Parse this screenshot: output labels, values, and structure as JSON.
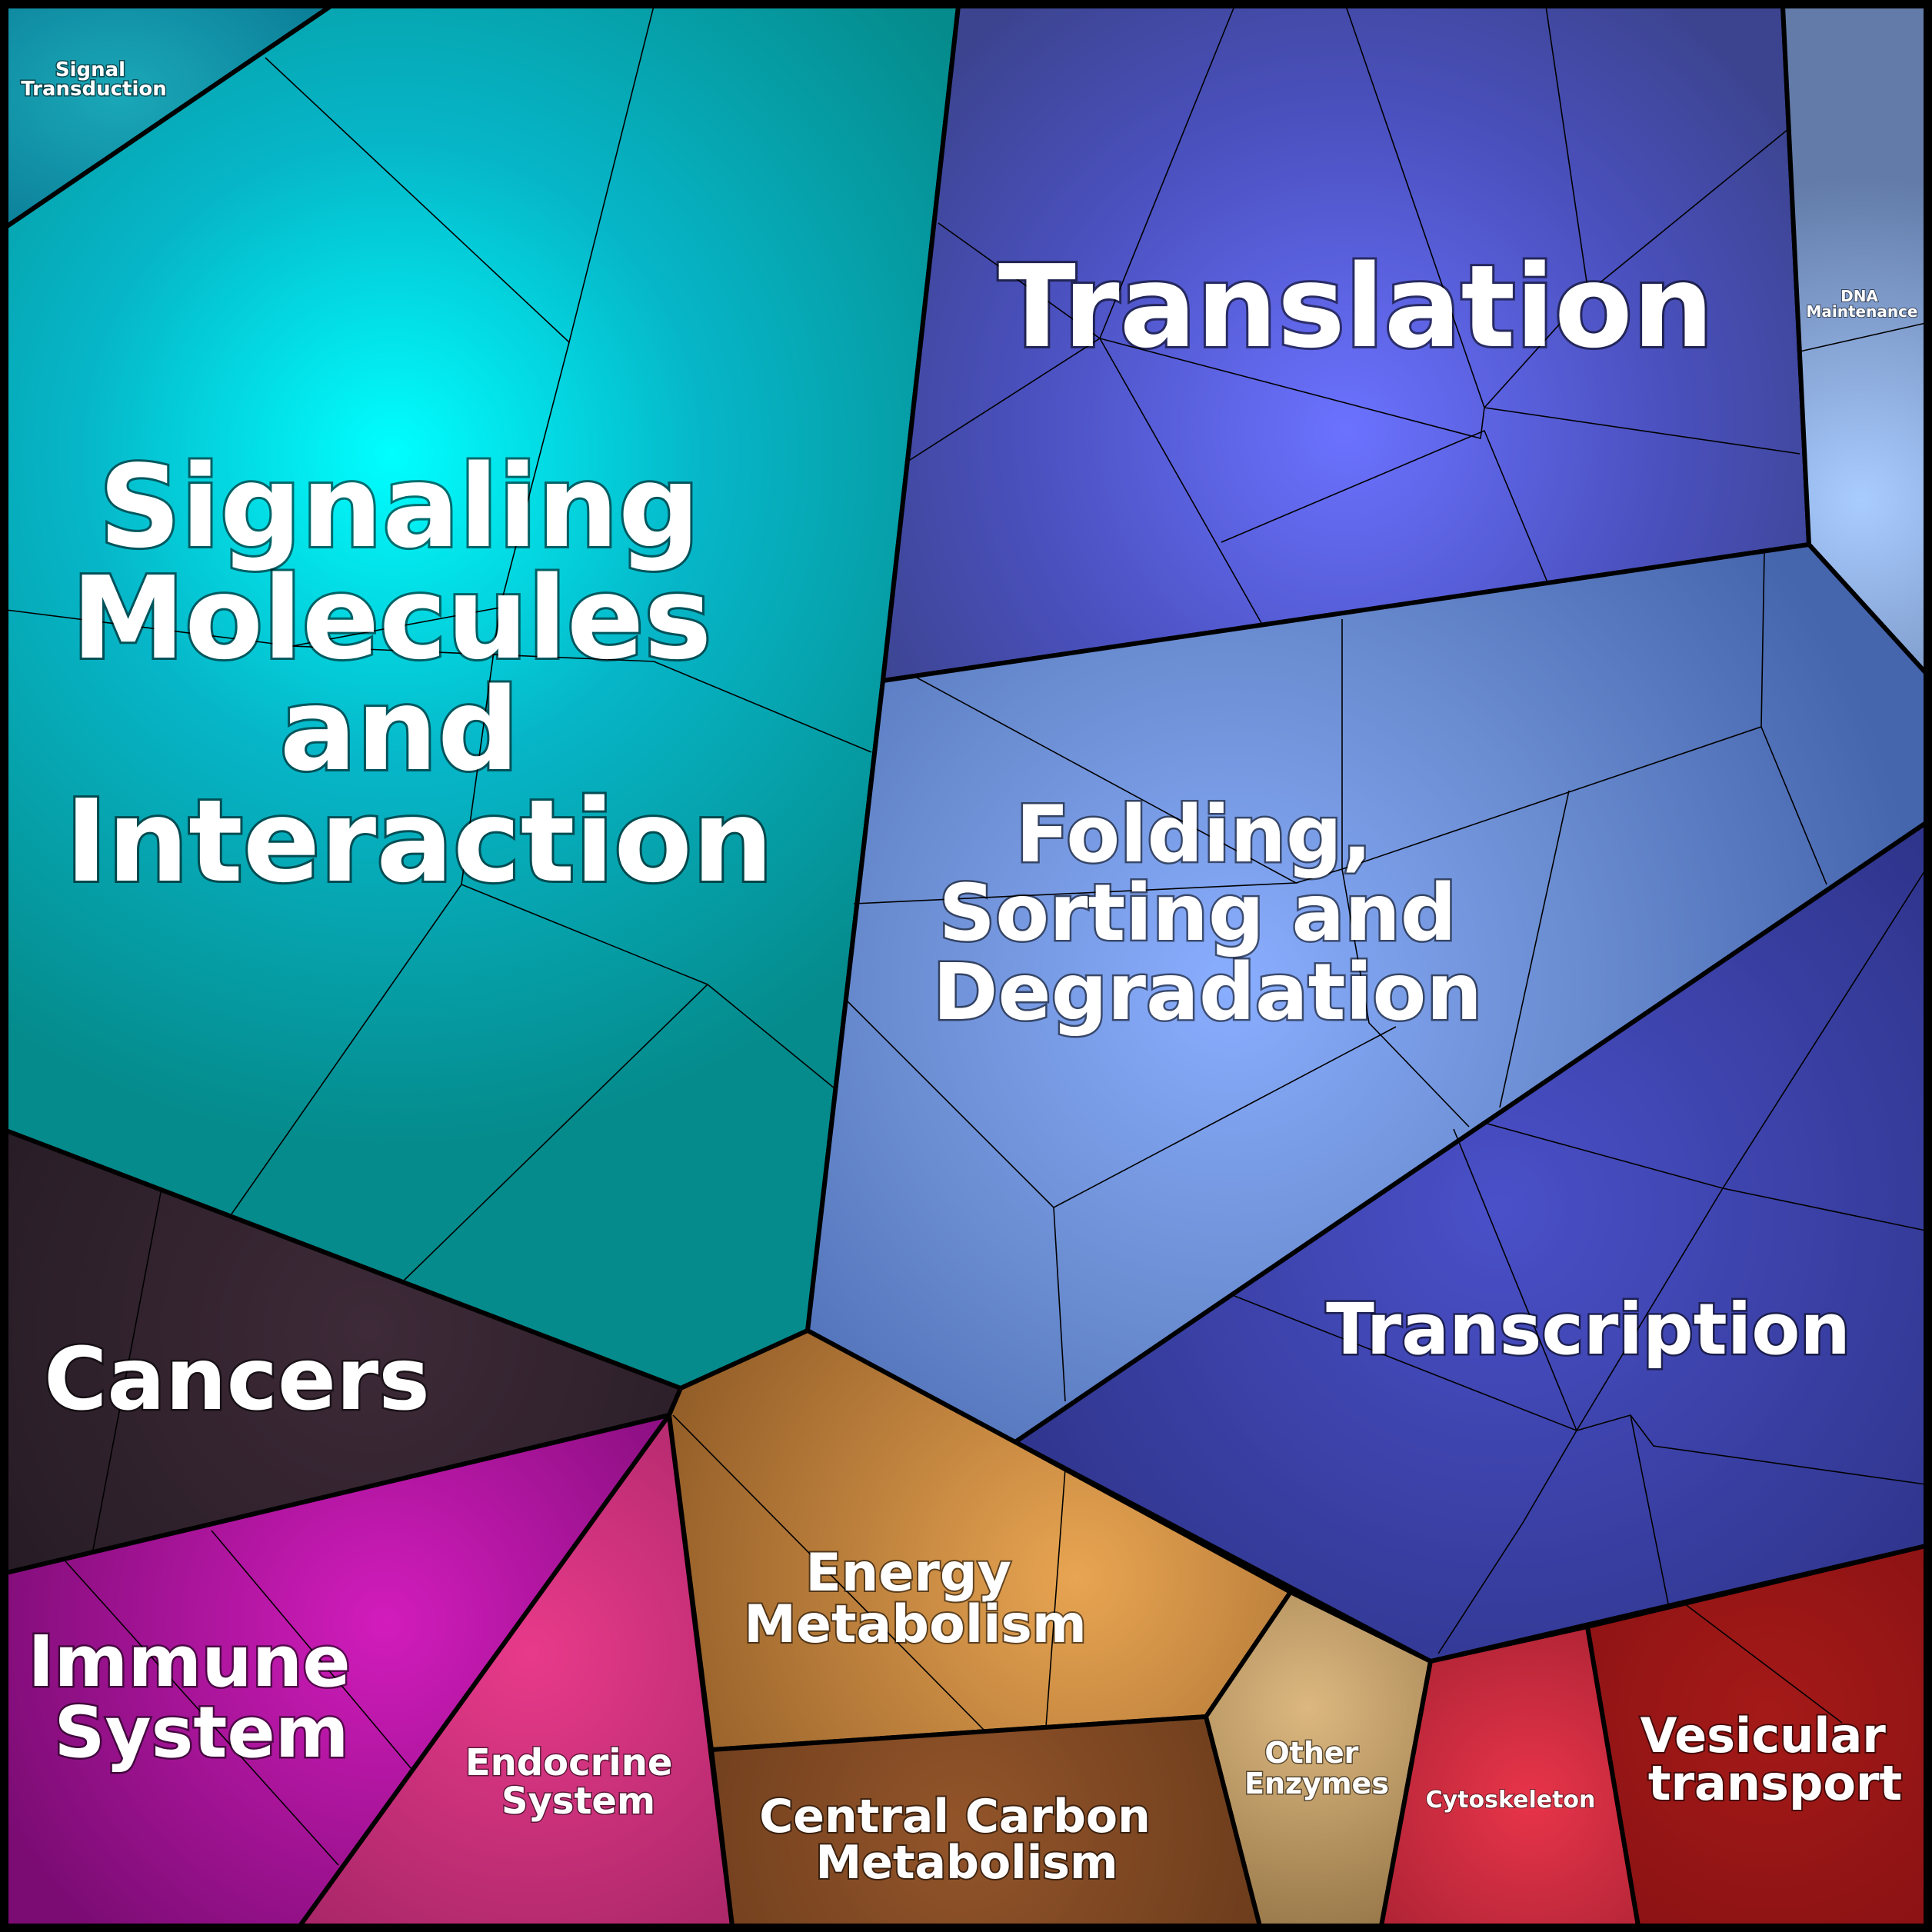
{
  "regions": [
    {
      "id": "signal-transduction",
      "label": [
        "Signal",
        "Transduction"
      ],
      "color": "#0a8aa0"
    },
    {
      "id": "signaling-molecules",
      "label": [
        "Signaling",
        "Molecules",
        "and",
        "Interaction"
      ],
      "color": "#07a7b0"
    },
    {
      "id": "translation",
      "label": [
        "Translation"
      ],
      "color": "#4a4fb8"
    },
    {
      "id": "dna-maintenance",
      "label": [
        "DNA",
        "Maintenance"
      ],
      "color": "#7f9fd8"
    },
    {
      "id": "folding",
      "label": [
        "Folding,",
        "Sorting and",
        "Degradation"
      ],
      "color": "#6b8fd0"
    },
    {
      "id": "transcription",
      "label": [
        "Transcription"
      ],
      "color": "#3a3fa0"
    },
    {
      "id": "cancers",
      "label": [
        "Cancers"
      ],
      "color": "#2c2128"
    },
    {
      "id": "immune-system",
      "label": [
        "Immune",
        "System"
      ],
      "color": "#a0148f"
    },
    {
      "id": "endocrine-system",
      "label": [
        "Endocrine",
        "System"
      ],
      "color": "#b0286b"
    },
    {
      "id": "energy-metabolism",
      "label": [
        "Energy",
        "Metabolism"
      ],
      "color": "#b57a36"
    },
    {
      "id": "central-carbon",
      "label": [
        "Central Carbon",
        "Metabolism"
      ],
      "color": "#7a4420"
    },
    {
      "id": "other-enzymes",
      "label": [
        "Other",
        "Enzymes"
      ],
      "color": "#b89460"
    },
    {
      "id": "cytoskeleton",
      "label": [
        "Cytoskeleton"
      ],
      "color": "#b02438"
    },
    {
      "id": "vesicular-transport",
      "label": [
        "Vesicular",
        "transport"
      ],
      "color": "#901414"
    }
  ]
}
